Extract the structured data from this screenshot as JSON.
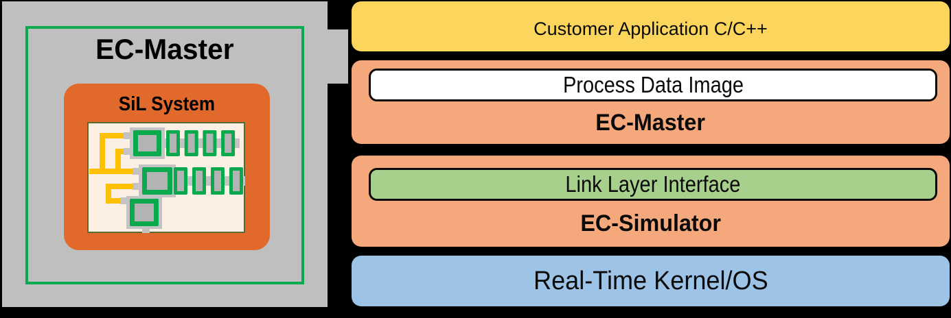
{
  "left_panel": {
    "title": "EC-Master",
    "sil_title": "SiL System",
    "network": {
      "rows": [
        {
          "coupler": true,
          "slaves": 4
        },
        {
          "coupler": true,
          "slaves": 4
        },
        {
          "coupler": true,
          "slaves": 0
        }
      ]
    }
  },
  "stack": {
    "layers": [
      {
        "label": "Customer Application C/C++",
        "color": "#FCD55D"
      },
      {
        "label": "EC-Master",
        "inner_label": "Process Data Image",
        "color": "#F4A87C",
        "inner_color": "#FFFFFF"
      },
      {
        "label": "EC-Simulator",
        "inner_label": "Link Layer Interface",
        "color": "#F4A87C",
        "inner_color": "#A8D08D"
      },
      {
        "label": "Real-Time Kernel/OS",
        "color": "#9DC3E6"
      }
    ]
  },
  "colors": {
    "bg": "#000000",
    "gray": "#BFBFBF",
    "green": "#0AA94E",
    "orange_dark": "#E0692B",
    "orange_light": "#F4A87C",
    "yellow": "#FCD55D",
    "green_light": "#A8D08D",
    "blue": "#9DC3E6",
    "panel": "#FCEFE3",
    "panel_border": "#5A6B2F",
    "wire_yellow": "#FFC000",
    "device_green": "#0AA94E",
    "device_gray": "#B3B3B3",
    "casing_gray": "#C3C3C3",
    "text": "#0A0A0A"
  }
}
